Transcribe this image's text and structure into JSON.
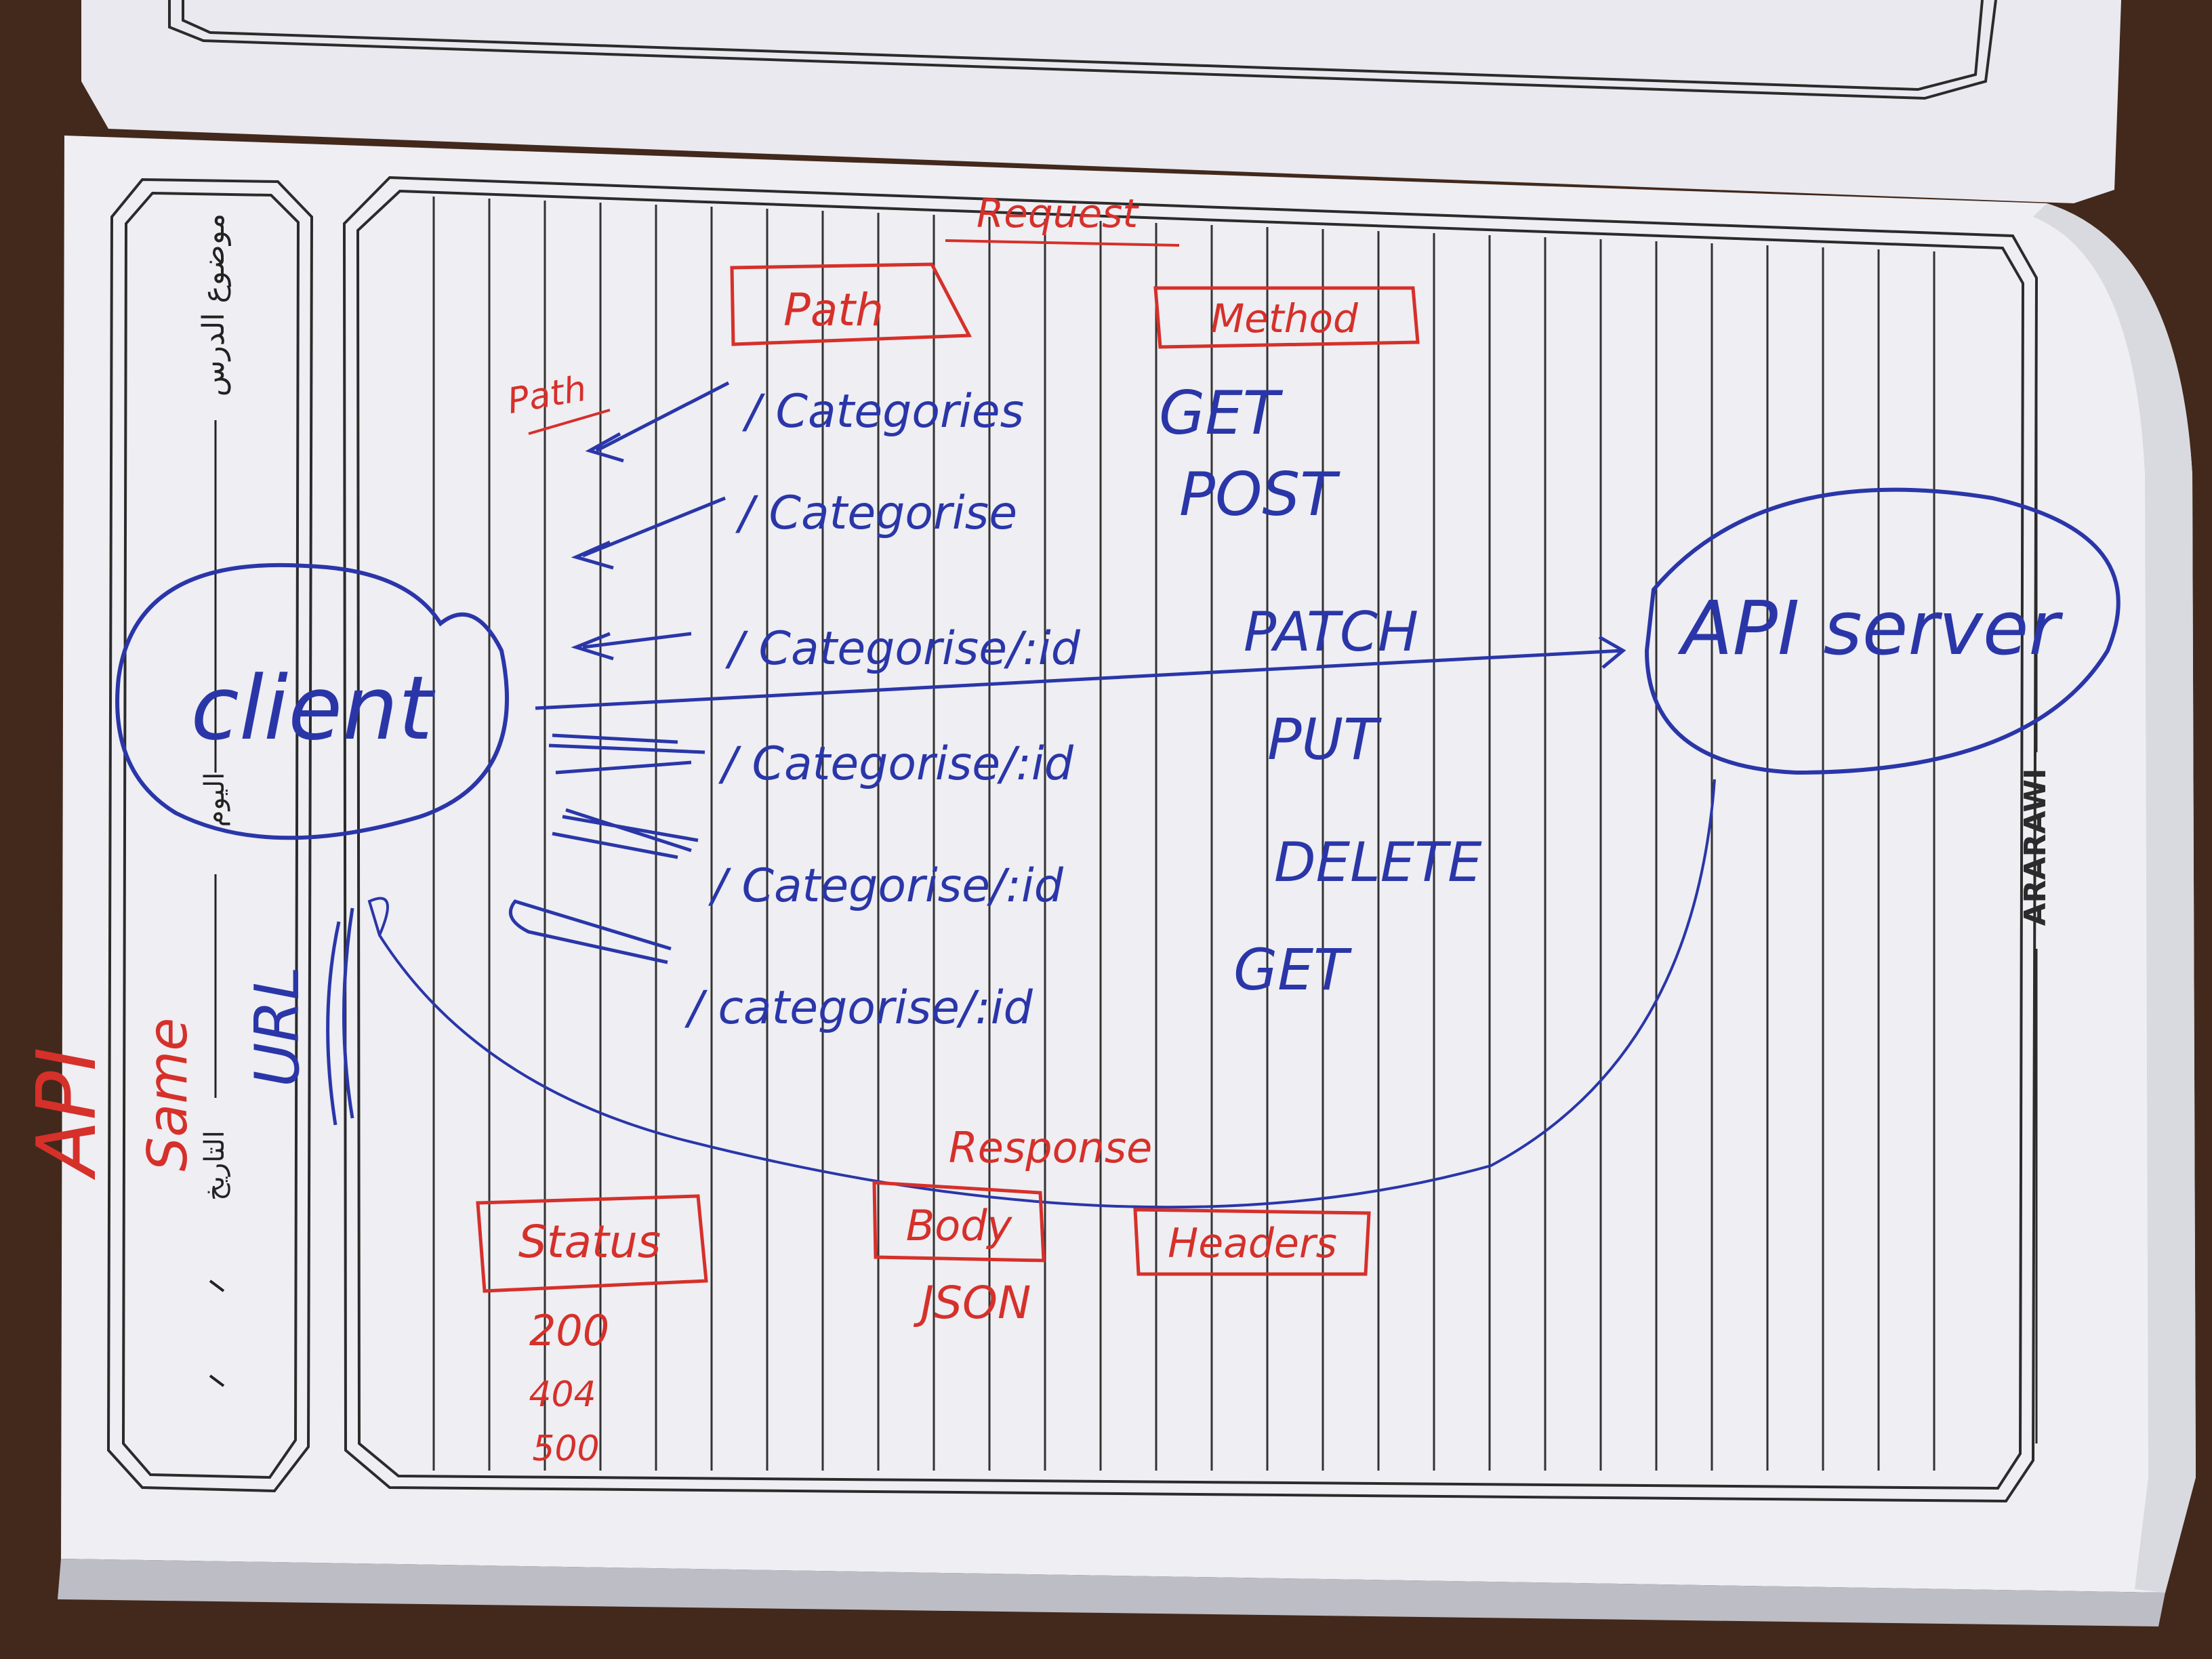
{
  "colors": {
    "desk": "#3a2418",
    "paper": "#eeeef3",
    "paper_shadow": "#c9c9d2",
    "rule_line": "#2b2b2b",
    "blue_ink": "#2a36a8",
    "red_ink": "#d6302a"
  },
  "notebook": {
    "brand": "ARARAWI",
    "margin_labels": {
      "lesson_topic": "موضوع الدرس",
      "day": "اليوم",
      "date": "التاريخ"
    }
  },
  "diagram": {
    "request_title": "Request",
    "path_header": "Path",
    "method_header": "Method",
    "side_note": "Path",
    "client_label": "client",
    "server_label": "API server",
    "endpoints": [
      {
        "path": "/ Categories",
        "method": "GET"
      },
      {
        "path": "/ Categorise",
        "method": "POST"
      },
      {
        "path": "/ Categorise/:id",
        "method": "PATCH"
      },
      {
        "path": "/ Categorise/:id",
        "method": "PUT"
      },
      {
        "path": "/ Categorise/:id",
        "method": "DELETE"
      },
      {
        "path": "/ categorise/:id",
        "method": "GET"
      }
    ],
    "response_title": "Response",
    "response_boxes": {
      "status": "Status",
      "body": "Body",
      "headers": "Headers"
    },
    "body_format": "JSON",
    "status_codes": [
      "200",
      "404",
      "500"
    ],
    "margin_notes": {
      "api": "API",
      "url": "URL",
      "same": "Same"
    }
  }
}
